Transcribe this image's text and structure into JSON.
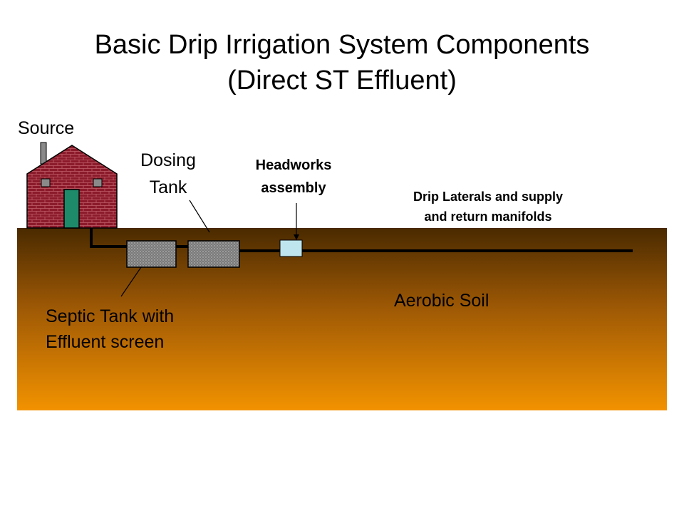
{
  "title": {
    "line1": "Basic Drip Irrigation System Components",
    "line2": "(Direct ST Effluent)"
  },
  "labels": {
    "source": "Source",
    "dosing_tank_line1": "Dosing",
    "dosing_tank_line2": "Tank",
    "headworks_line1": "Headworks",
    "headworks_line2": "assembly",
    "drip_line1": "Drip Laterals and supply",
    "drip_line2": "and return manifolds",
    "septic_line1": "Septic Tank with",
    "septic_line2": "Effluent screen",
    "aerobic_soil": "Aerobic Soil"
  },
  "colors": {
    "soil_top": "#4a2a00",
    "soil_bottom": "#f29200",
    "house_brick": "#8b1a2a",
    "door": "#1e8a6a",
    "window": "#8a8a8a",
    "headworks_box": "#bfe6ee",
    "tank_fill": "#8a8a8a"
  }
}
